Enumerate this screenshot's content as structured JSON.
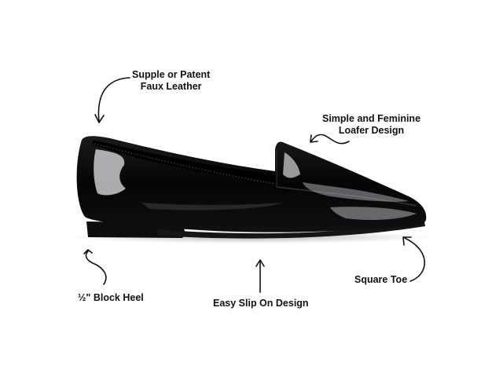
{
  "product": {
    "subject": "black patent loafer",
    "colors": {
      "background": "#ffffff",
      "shoe": "#0b0b0c",
      "highlight": "#c9c9cc",
      "text": "#111111"
    }
  },
  "callouts": [
    {
      "id": "material",
      "line1": "Supple or Patent",
      "line2": "Faux Leather"
    },
    {
      "id": "design",
      "line1": "Simple and Feminine",
      "line2": "Loafer Design"
    },
    {
      "id": "heel",
      "text": "½\" Block Heel"
    },
    {
      "id": "slip",
      "text": "Easy Slip On Design"
    },
    {
      "id": "toe",
      "text": "Square Toe"
    }
  ]
}
